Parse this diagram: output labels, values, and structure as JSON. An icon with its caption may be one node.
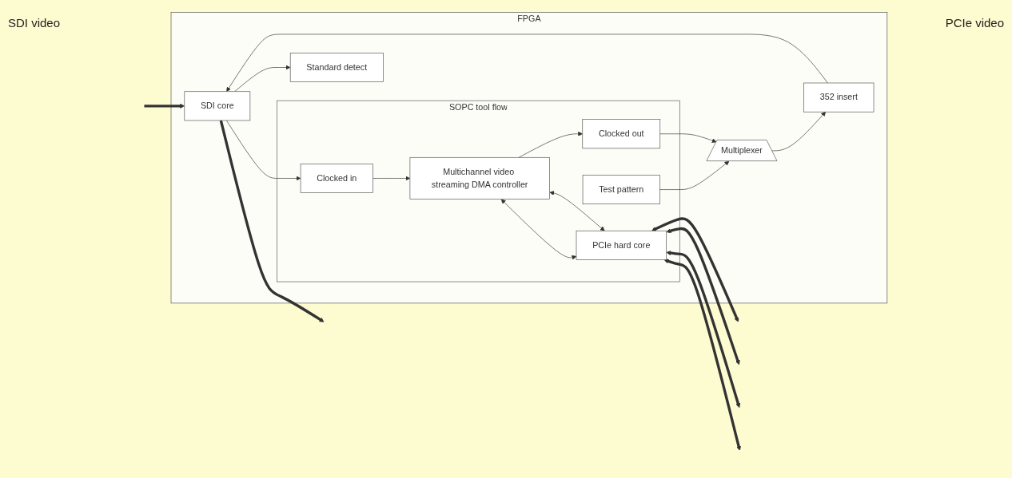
{
  "diagram": {
    "nodes": [
      {
        "text": [
          "FPGA"
        ]
      },
      {
        "text": [
          "SDI core"
        ],
        "in": 0
      },
      {
        "text": [
          "352 insert"
        ],
        "in": 0
      },
      {
        "text": [
          "Multiplexer"
        ],
        "in": 0
      },
      {
        "text": [
          "SOPC tool flow"
        ],
        "in": 0
      },
      {
        "text": [
          "Test pattern"
        ],
        "in": 4
      },
      {
        "text": [
          "Clocked out"
        ],
        "in": 4
      },
      {
        "text": [
          "Clocked in"
        ],
        "in": 4
      },
      {
        "text": [
          "Multichannel video streaming DMA controller"
        ],
        "in": 4
      },
      {
        "text": [
          "PCIe hard core"
        ],
        "in": 4
      },
      {
        "text": [
          "Standard detect"
        ],
        "in": 0
      }
    ],
    "edges": [
      {
        "from": 1,
        "to": null,
        "arrow": "to",
        "style": "thick"
      },
      {
        "from": null,
        "to": 1,
        "arrow": "to",
        "style": "thick"
      },
      {
        "from": 2,
        "to": 1,
        "arrow": "to"
      },
      {
        "from": 3,
        "to": 2,
        "arrow": "to"
      },
      {
        "from": 5,
        "to": 3,
        "arrow": "to"
      },
      {
        "from": 6,
        "to": 3,
        "arrow": "to"
      },
      {
        "from": 8,
        "to": 6,
        "arrow": "to"
      },
      {
        "from": 1,
        "to": 10,
        "arrow": "to"
      },
      {
        "from": 1,
        "to": 7,
        "arrow": "to"
      },
      {
        "from": 7,
        "to": 8,
        "arrow": "to"
      },
      {
        "from": 8,
        "to": 9,
        "arrow": "both"
      },
      {
        "from": 8,
        "to": 9,
        "arrow": "both"
      },
      {
        "from": 9,
        "to": null,
        "arrow": "both",
        "style": "thick"
      },
      {
        "from": 9,
        "to": null,
        "arrow": "both",
        "style": "thick"
      },
      {
        "from": 9,
        "to": null,
        "arrow": "both",
        "style": "thick"
      },
      {
        "from": 9,
        "to": null,
        "arrow": "both",
        "style": "thick"
      }
    ],
    "labels": [
      "PCIe video",
      "SDI video"
    ]
  }
}
